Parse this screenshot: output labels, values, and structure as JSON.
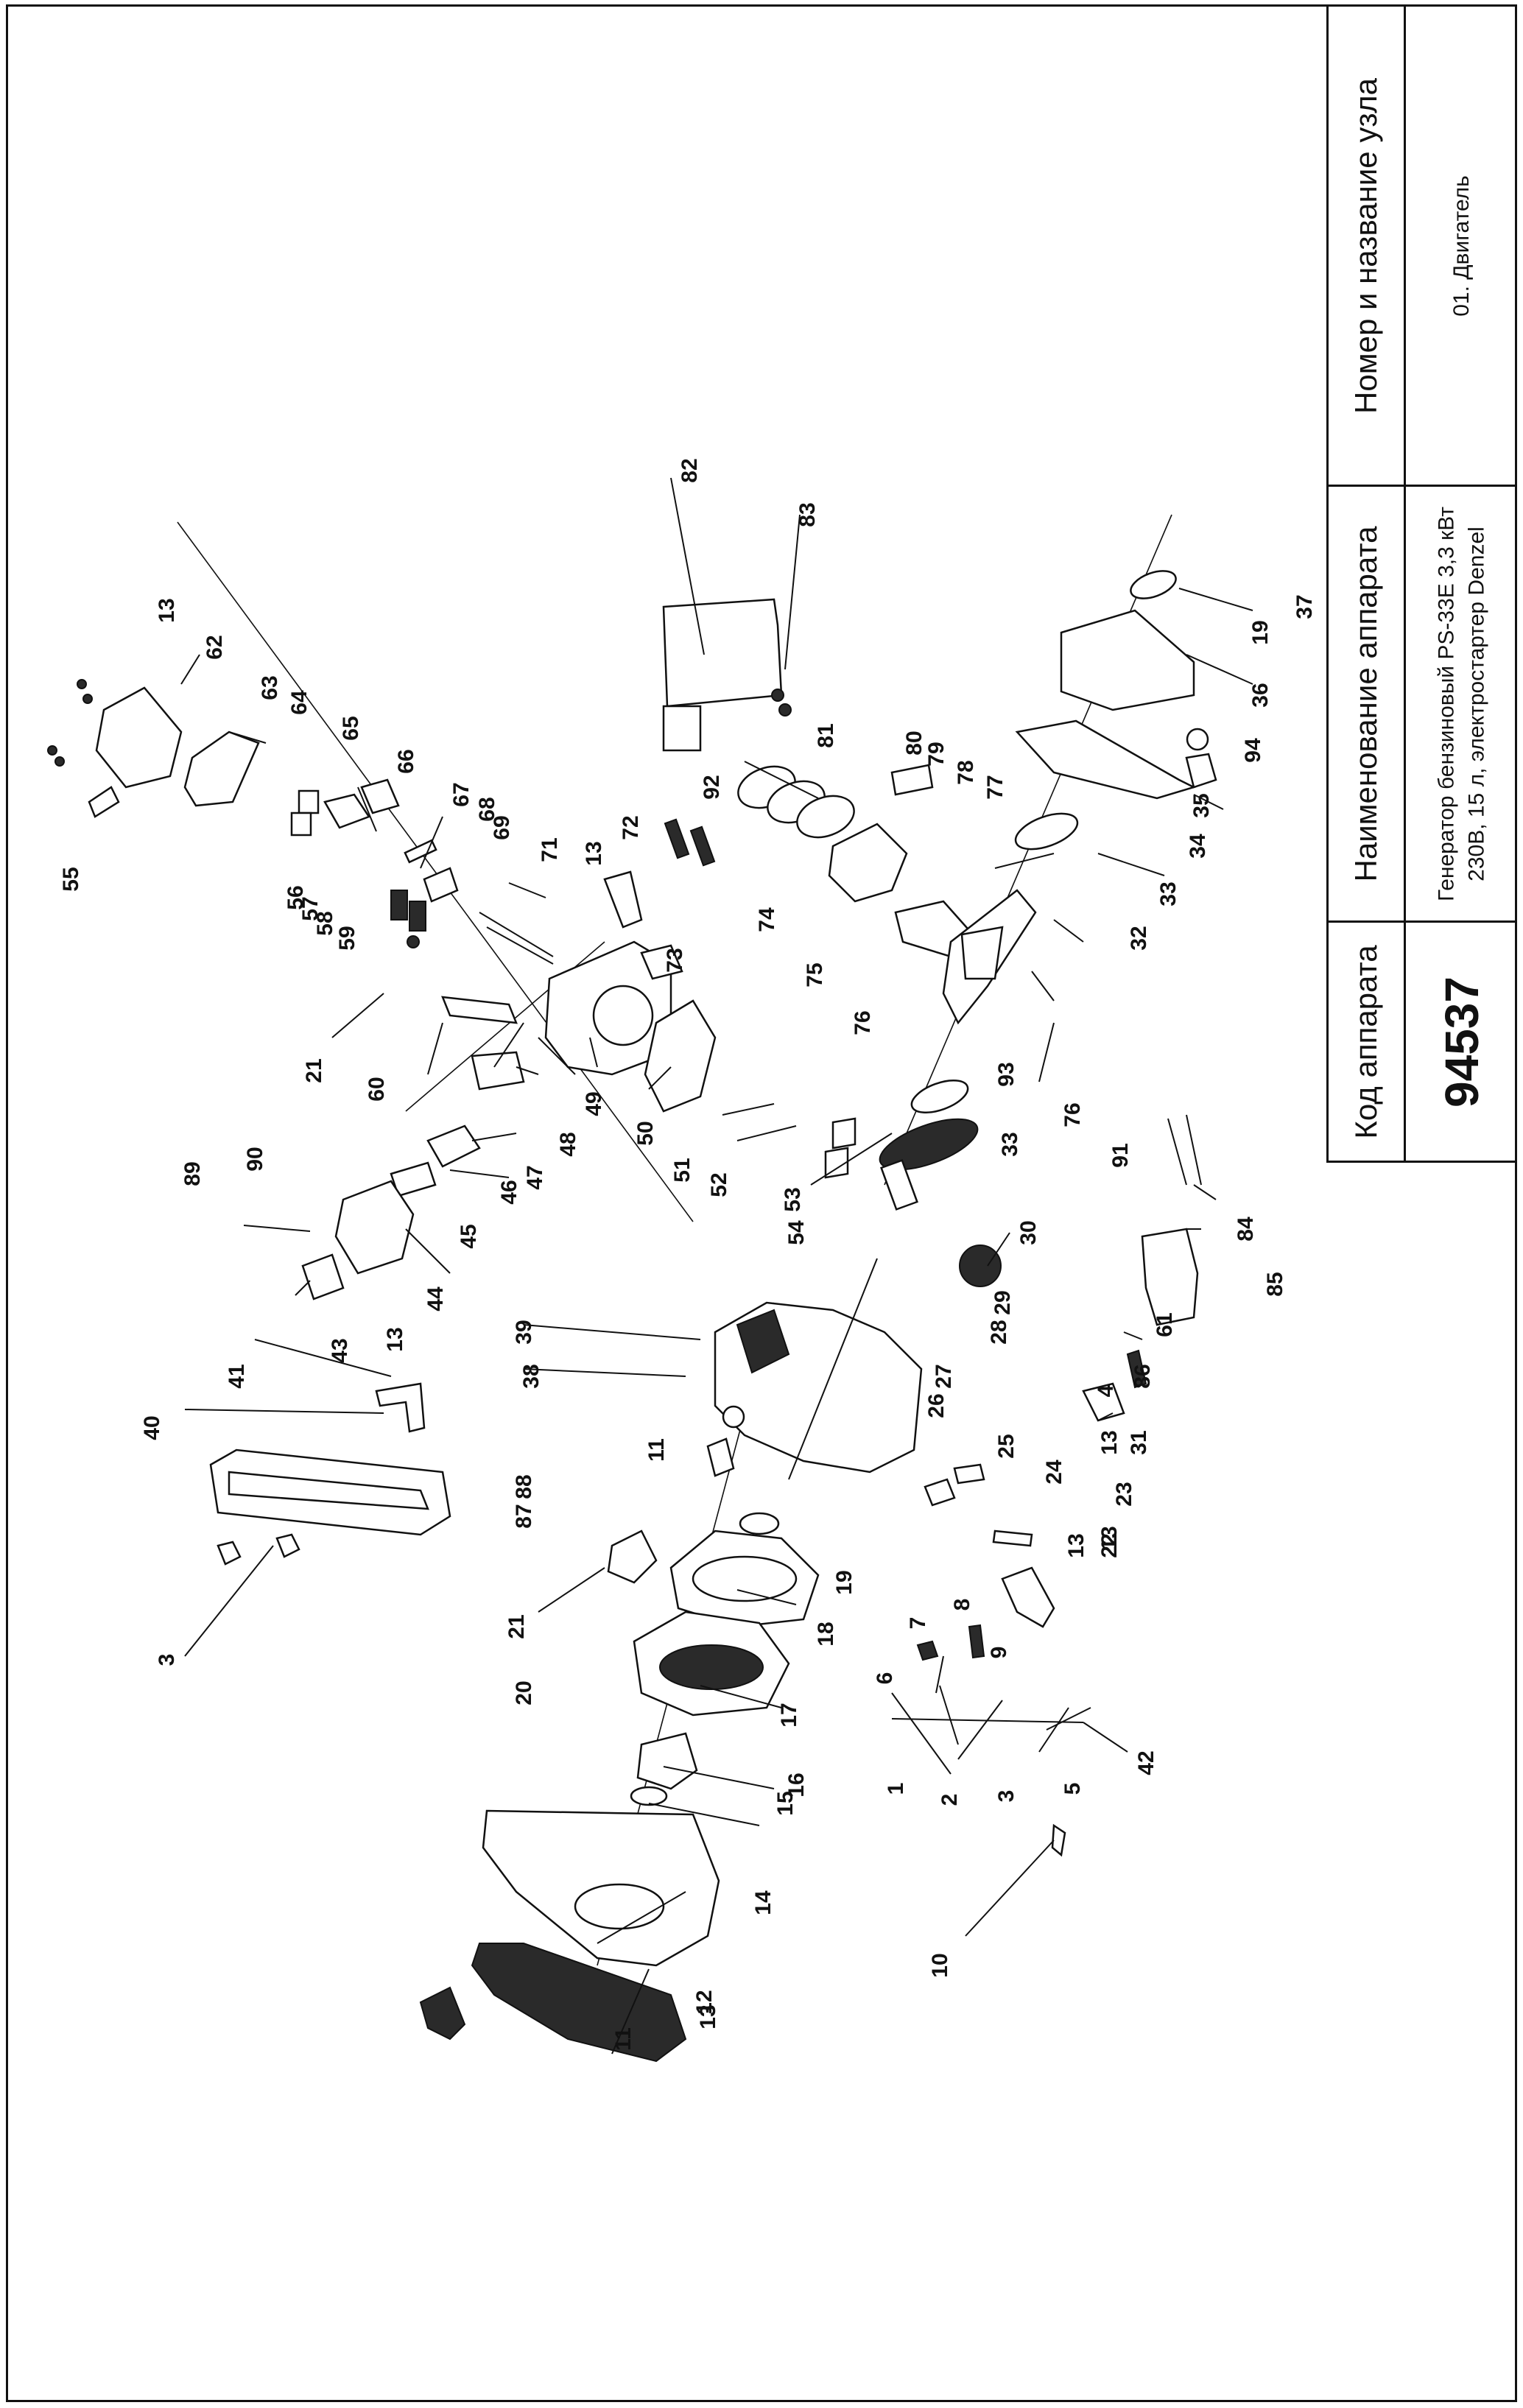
{
  "title_block": {
    "col_code_header": "Код аппарата",
    "code_value": "94537",
    "col_device_header": "Наименование аппарата",
    "device_line1": "Генератор бензиновый PS-33E 3,3 кВт",
    "device_line2": "230В, 15 л, электростартер Denzel",
    "col_unit_header": "Номер и название узла",
    "unit_value": "01. Двигатель"
  },
  "callouts": [
    {
      "id": "c1",
      "label": "1"
    },
    {
      "id": "c2",
      "label": "2"
    },
    {
      "id": "c3",
      "label": "3"
    },
    {
      "id": "c3b",
      "label": "3"
    },
    {
      "id": "c4",
      "label": "4"
    },
    {
      "id": "c5",
      "label": "5"
    },
    {
      "id": "c6",
      "label": "6"
    },
    {
      "id": "c7",
      "label": "7"
    },
    {
      "id": "c8",
      "label": "8"
    },
    {
      "id": "c9",
      "label": "9"
    },
    {
      "id": "c10",
      "label": "10"
    },
    {
      "id": "c11",
      "label": "11"
    },
    {
      "id": "c11b",
      "label": "11"
    },
    {
      "id": "c12",
      "label": "12"
    },
    {
      "id": "c13",
      "label": "13"
    },
    {
      "id": "c13b",
      "label": "13"
    },
    {
      "id": "c13c",
      "label": "13"
    },
    {
      "id": "c13d",
      "label": "13"
    },
    {
      "id": "c13e",
      "label": "13"
    },
    {
      "id": "c13f",
      "label": "13"
    },
    {
      "id": "c13g",
      "label": "13"
    },
    {
      "id": "c14",
      "label": "14"
    },
    {
      "id": "c15",
      "label": "15"
    },
    {
      "id": "c16",
      "label": "16"
    },
    {
      "id": "c17",
      "label": "17"
    },
    {
      "id": "c18",
      "label": "18"
    },
    {
      "id": "c19",
      "label": "19"
    },
    {
      "id": "c19b",
      "label": "19"
    },
    {
      "id": "c20",
      "label": "20"
    },
    {
      "id": "c21",
      "label": "21"
    },
    {
      "id": "c21b",
      "label": "21"
    },
    {
      "id": "c22",
      "label": "22"
    },
    {
      "id": "c23",
      "label": "23"
    },
    {
      "id": "c24",
      "label": "24"
    },
    {
      "id": "c25",
      "label": "25"
    },
    {
      "id": "c26",
      "label": "26"
    },
    {
      "id": "c27",
      "label": "27"
    },
    {
      "id": "c28",
      "label": "28"
    },
    {
      "id": "c29",
      "label": "29"
    },
    {
      "id": "c30",
      "label": "30"
    },
    {
      "id": "c31",
      "label": "31"
    },
    {
      "id": "c32",
      "label": "32"
    },
    {
      "id": "c33",
      "label": "33"
    },
    {
      "id": "c33b",
      "label": "33"
    },
    {
      "id": "c34",
      "label": "34"
    },
    {
      "id": "c35",
      "label": "35"
    },
    {
      "id": "c36",
      "label": "36"
    },
    {
      "id": "c37",
      "label": "37"
    },
    {
      "id": "c38",
      "label": "38"
    },
    {
      "id": "c39",
      "label": "39"
    },
    {
      "id": "c40",
      "label": "40"
    },
    {
      "id": "c41",
      "label": "41"
    },
    {
      "id": "c42",
      "label": "42"
    },
    {
      "id": "c43",
      "label": "43"
    },
    {
      "id": "c44",
      "label": "44"
    },
    {
      "id": "c45",
      "label": "45"
    },
    {
      "id": "c46",
      "label": "46"
    },
    {
      "id": "c47",
      "label": "47"
    },
    {
      "id": "c48",
      "label": "48"
    },
    {
      "id": "c49",
      "label": "49"
    },
    {
      "id": "c50",
      "label": "50"
    },
    {
      "id": "c51",
      "label": "51"
    },
    {
      "id": "c52",
      "label": "52"
    },
    {
      "id": "c53",
      "label": "53"
    },
    {
      "id": "c54",
      "label": "54"
    },
    {
      "id": "c55",
      "label": "55"
    },
    {
      "id": "c56",
      "label": "56"
    },
    {
      "id": "c57",
      "label": "57"
    },
    {
      "id": "c58",
      "label": "58"
    },
    {
      "id": "c59",
      "label": "59"
    },
    {
      "id": "c60",
      "label": "60"
    },
    {
      "id": "c61",
      "label": "61"
    },
    {
      "id": "c62",
      "label": "62"
    },
    {
      "id": "c63",
      "label": "63"
    },
    {
      "id": "c64",
      "label": "64"
    },
    {
      "id": "c65",
      "label": "65"
    },
    {
      "id": "c66",
      "label": "66"
    },
    {
      "id": "c67",
      "label": "67"
    },
    {
      "id": "c68",
      "label": "68"
    },
    {
      "id": "c69",
      "label": "69"
    },
    {
      "id": "c71",
      "label": "71"
    },
    {
      "id": "c72",
      "label": "72"
    },
    {
      "id": "c73",
      "label": "73"
    },
    {
      "id": "c74",
      "label": "74"
    },
    {
      "id": "c75",
      "label": "75"
    },
    {
      "id": "c76",
      "label": "76"
    },
    {
      "id": "c76b",
      "label": "76"
    },
    {
      "id": "c77",
      "label": "77"
    },
    {
      "id": "c78",
      "label": "78"
    },
    {
      "id": "c79",
      "label": "79"
    },
    {
      "id": "c80",
      "label": "80"
    },
    {
      "id": "c81",
      "label": "81"
    },
    {
      "id": "c82",
      "label": "82"
    },
    {
      "id": "c83",
      "label": "83"
    },
    {
      "id": "c84",
      "label": "84"
    },
    {
      "id": "c85",
      "label": "85"
    },
    {
      "id": "c86",
      "label": "86"
    },
    {
      "id": "c87",
      "label": "87"
    },
    {
      "id": "c88",
      "label": "88"
    },
    {
      "id": "c89",
      "label": "89"
    },
    {
      "id": "c90",
      "label": "90"
    },
    {
      "id": "c91",
      "label": "91"
    },
    {
      "id": "c92",
      "label": "92"
    },
    {
      "id": "c93",
      "label": "93"
    },
    {
      "id": "c94",
      "label": "94"
    }
  ]
}
